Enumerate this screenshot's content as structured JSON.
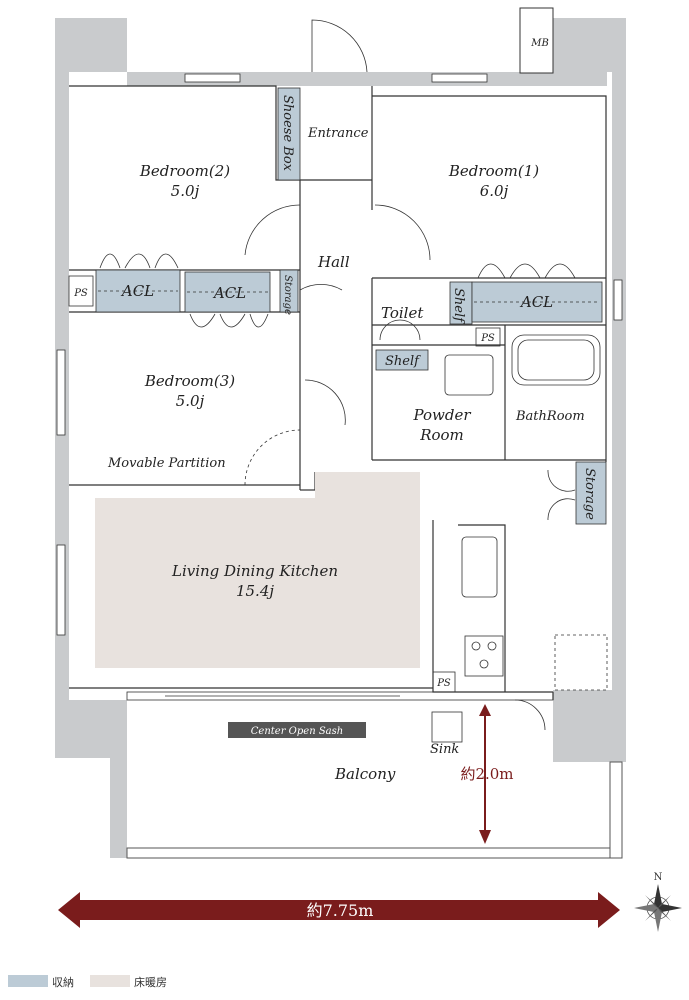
{
  "rooms": {
    "bedroom2": {
      "name": "Bedroom(2)",
      "size": "5.0j"
    },
    "bedroom1": {
      "name": "Bedroom(1)",
      "size": "6.0j"
    },
    "bedroom3": {
      "name": "Bedroom(3)",
      "size": "5.0j"
    },
    "ldk": {
      "name": "Living Dining Kitchen",
      "size": "15.4j"
    },
    "entrance": "Entrance",
    "hall": "Hall",
    "toilet": "Toilet",
    "powder": {
      "line1": "Powder",
      "line2": "Room"
    },
    "bathroom": "BathRoom",
    "balcony": "Balcony",
    "movable_partition": "Movable Partition",
    "sink": "Sink"
  },
  "storage_labels": {
    "shoes_box": "Shoese Box",
    "acl": "ACL",
    "storage": "Storage",
    "shelf": "Shelf",
    "ps": "PS",
    "mb": "MB"
  },
  "balcony_sash": "Center Open Sash",
  "dimensions": {
    "width": "約7.75m",
    "depth": "約2.0m"
  },
  "compass": "N",
  "legend": {
    "storage": {
      "label": "収納",
      "color": "#bccbd6"
    },
    "floor_heating": {
      "label": "床暖房",
      "color": "#e8e2de"
    }
  },
  "colors": {
    "wall": "#c9cbcd",
    "dimension_arrow": "#7a1c1c"
  }
}
